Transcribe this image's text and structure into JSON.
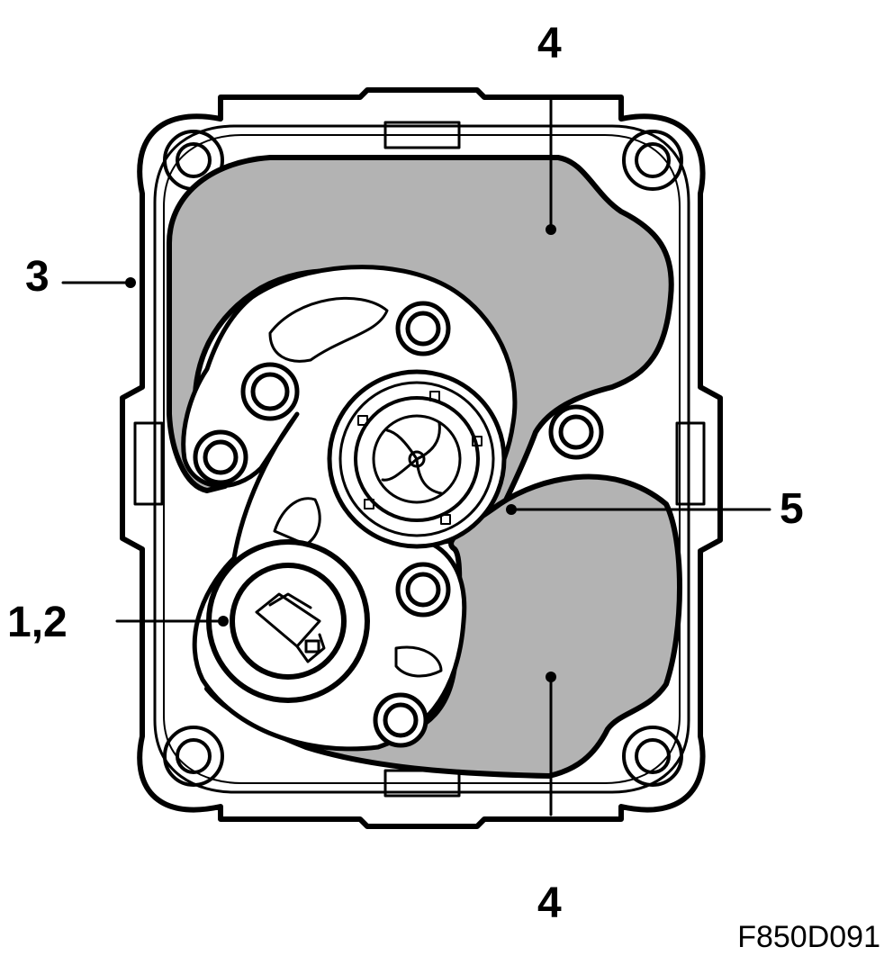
{
  "labels": {
    "top_4": "4",
    "bottom_4": "4",
    "left_3": "3",
    "right_5": "5",
    "left_12": "1,2"
  },
  "figure_code": "F850D091",
  "colors": {
    "stroke": "#000000",
    "chamber_fill": "#b3b3b3",
    "background": "#ffffff"
  }
}
